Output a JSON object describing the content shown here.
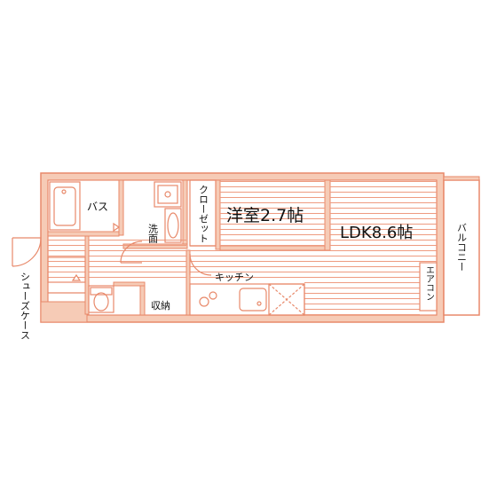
{
  "floor_plan": {
    "colors": {
      "wall": "#e8896a",
      "wall_fill": "#f6cbb6",
      "floor_line": "#ee9b80",
      "background": "#ffffff",
      "text": "#111111"
    },
    "rooms": {
      "western_room": "洋室2.7帖",
      "ldk": "LDK8.6帖",
      "bath": "バス",
      "washroom": "洗面",
      "closet": "クローゼット",
      "kitchen": "キッチン",
      "aircon": "エアコン",
      "balcony": "バルコニー",
      "shoe_case": "シューズケース",
      "storage": "収納"
    }
  }
}
